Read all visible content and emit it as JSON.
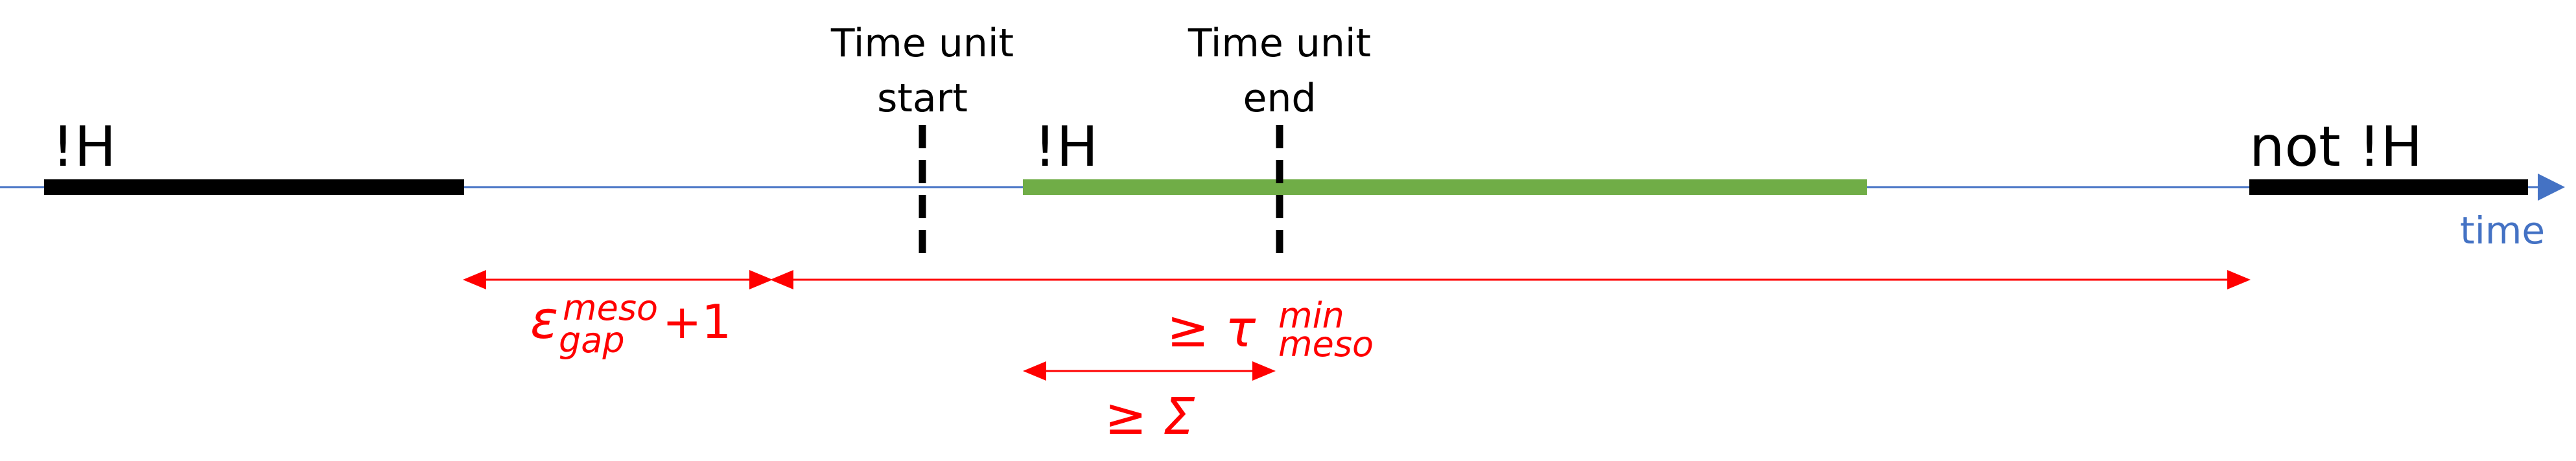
{
  "labels": {
    "time_unit_start_line1": "Time unit",
    "time_unit_start_line2": "start",
    "time_unit_end_line1": "Time unit",
    "time_unit_end_line2": "end",
    "segment_left": "!H",
    "segment_middle": "!H",
    "segment_right": "not !H",
    "axis": "time"
  },
  "annotations": {
    "gap_symbol": "ε",
    "gap_superscript": "meso",
    "gap_subscript": "gap",
    "gap_suffix": "+1",
    "tau_prefix": "≥ τ",
    "tau_superscript": "min",
    "tau_subscript": "meso",
    "sigma": "≥ Σ"
  },
  "colors": {
    "axis": "#4472c4",
    "black_segment": "#000000",
    "green_segment": "#70ad47",
    "annotation": "#ff0000",
    "text": "#000000",
    "time_label": "#4472c4"
  }
}
